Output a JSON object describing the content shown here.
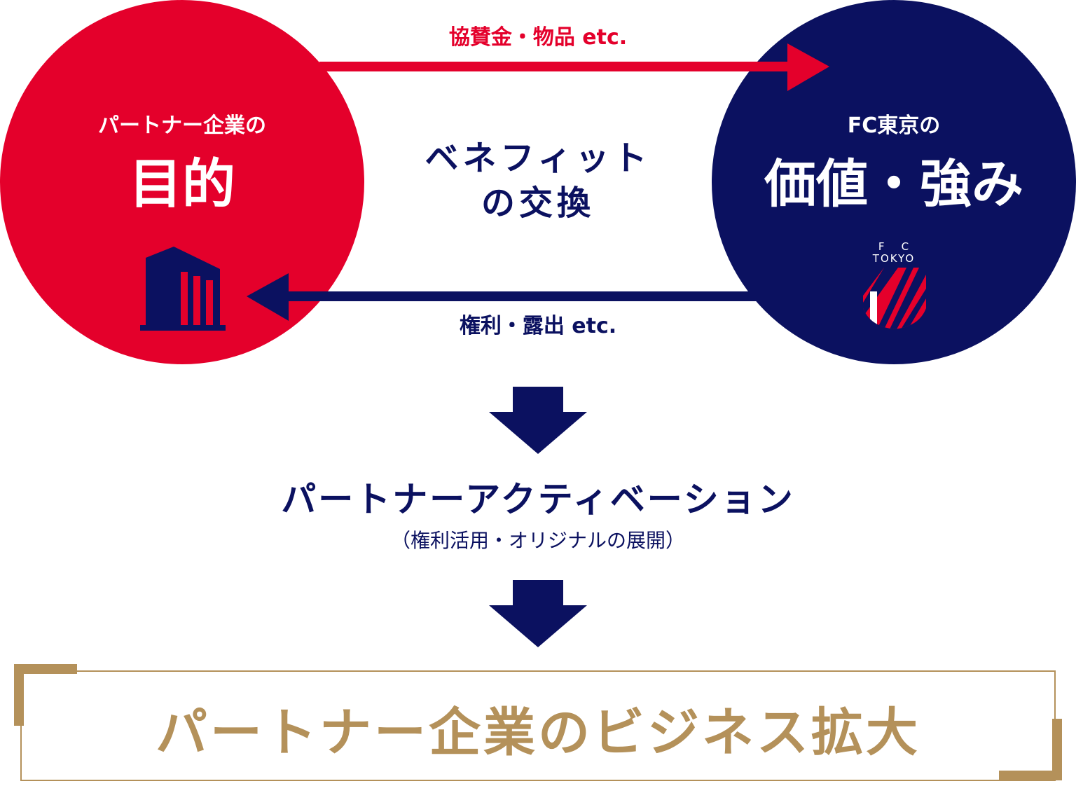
{
  "partner": {
    "subtitle": "パートナー企業の",
    "title": "目的",
    "icon": "building-icon"
  },
  "fc": {
    "subtitle": "FC東京の",
    "title": "価値・強み",
    "logo_text_top": "F    C",
    "logo_text_bottom": "TOKYO",
    "logo": "fc-tokyo-emblem"
  },
  "center": {
    "line1": "ベネフィット",
    "line2": "の交換"
  },
  "arrows": {
    "top_label": "協賛金・物品 etc.",
    "bottom_label": "権利・露出 etc."
  },
  "activation": {
    "title": "パートナーアクティベーション",
    "subtitle": "（権利活用・オリジナルの展開）"
  },
  "result": {
    "title": "パートナー企業のビジネス拡大"
  },
  "colors": {
    "red": "#e4002b",
    "navy": "#0b1160",
    "gold": "#b4915a"
  }
}
